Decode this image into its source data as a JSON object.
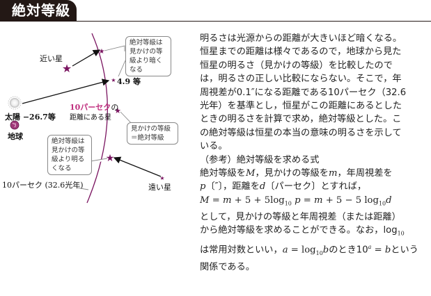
{
  "header": {
    "title": "絶対等級"
  },
  "diagram": {
    "near_star_label": "近い星",
    "far_star_label": "遠い星",
    "magnitude_label": "4.9 等",
    "sun_label": "太陽 −26.7等",
    "earth_label": "地球",
    "ten_parsec_colored": "10パーセク",
    "ten_parsec_suffix": "の",
    "ten_parsec_line2": "距離にある星",
    "arc_label": "10パーセク (32.6光年)",
    "bubble_near": [
      "絶対等級は",
      "見かけの等",
      "級より暗く",
      "なる"
    ],
    "bubble_mid": [
      "見かけの等級",
      "＝絶対等級"
    ],
    "bubble_far": [
      "絶対等級は",
      "見かけの等",
      "級より明る",
      "くなる"
    ],
    "colors": {
      "star": "#7a1460",
      "arc": "#7a1460",
      "accent_text": "#c0307f",
      "earth": "#a03a7a"
    }
  },
  "body": {
    "lines": [
      "明るさは光源からの距離が大きいほど暗くなる。",
      "恒星までの距離は様々であるので，地球から見た",
      "恒星の明るさ（見かけの等級）を比較したので",
      "は，明るさの正しい比較にならない。そこで，年",
      "周視差が0.1″になる距離である10パーセク（32.6",
      "光年）を基準とし，恒星がこの距離にあるとした",
      "ときの明るさを計算で求め，絶対等級とした。こ",
      "の絶対等級は恒星の本当の意味の明るさを示して",
      "いる。",
      "（参考）絶対等級を求める式"
    ],
    "formula_intro_1a": "絶対等級を",
    "var_M": "M",
    "formula_intro_1b": "，見かけの等級を",
    "var_m": "m",
    "formula_intro_1c": "，年周視差を",
    "var_p": "p",
    "formula_intro_2a": "〔″〕，距離を",
    "var_d": "d",
    "formula_intro_2b": "〔パーセク〕とすれば，",
    "formula": {
      "p1": "M",
      "p2": " = ",
      "p3": "m",
      "p4": " + 5 + 5log",
      "sub1": "10",
      "p5": " p",
      "p6": " = ",
      "p7": "m",
      "p8": " + 5 − 5 log",
      "sub2": "10",
      "p9": "d"
    },
    "after_lines": [
      "として，見かけの等級と年周視差（または距離）",
      "から絶対等級を求めることができる。なお，log"
    ],
    "after_sub": "10",
    "last_a": "は常用対数といい，",
    "last_var_a": "a",
    "last_eq": " = log",
    "last_sub": "10",
    "last_var_b": "b",
    "last_mid": "のとき10",
    "last_sup": "a",
    "last_eq2": " = ",
    "last_var_b2": "b",
    "last_end": "という",
    "final": "関係である。"
  }
}
